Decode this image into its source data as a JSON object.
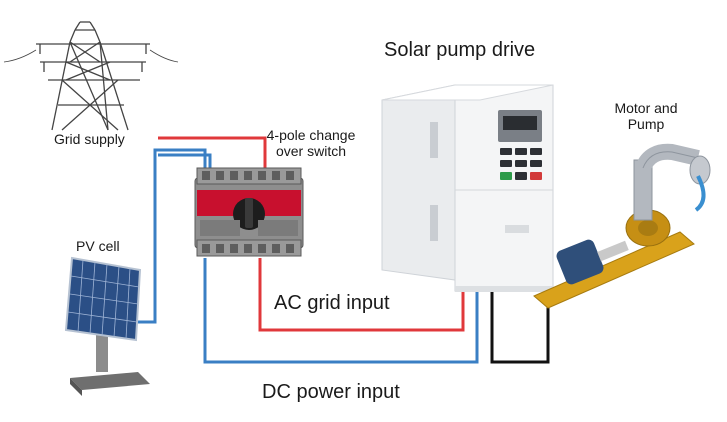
{
  "labels": {
    "grid_supply": "Grid supply",
    "switch_line1": "4-pole change",
    "switch_line2": "over switch",
    "solar_drive": "Solar pump drive",
    "motor_line1": "Motor and",
    "motor_line2": "Pump",
    "pv_cell": "PV cell",
    "ac_input": "AC grid input",
    "dc_input": "DC power input"
  },
  "colors": {
    "ac_wire": "#e0383b",
    "dc_wire": "#3a7fc4",
    "drive_to_pump_wire": "#111111",
    "switch_red": "#c8102e",
    "pump_yellow": "#d9a21b"
  },
  "icons": [
    "transmission-tower-icon",
    "solar-panel-icon",
    "changeover-switch-icon",
    "pump-drive-icon",
    "motor-pump-icon"
  ]
}
